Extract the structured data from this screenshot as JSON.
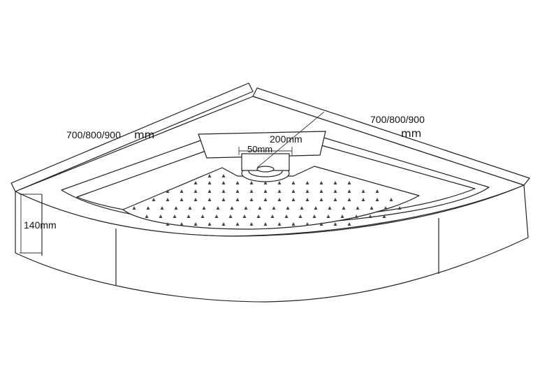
{
  "diagram": {
    "dimensions": {
      "left_width": "700/800/900",
      "left_unit": "mm",
      "right_width": "700/800/900",
      "right_unit": "mm",
      "drain_span": "200mm",
      "drain_diameter": "50mm",
      "height": "140mm"
    },
    "colors": {
      "line": "#222222",
      "fill": "#ffffff",
      "dot": "#555555"
    },
    "icons": [
      "drain-icon",
      "anti-slip-dot-icon"
    ]
  }
}
